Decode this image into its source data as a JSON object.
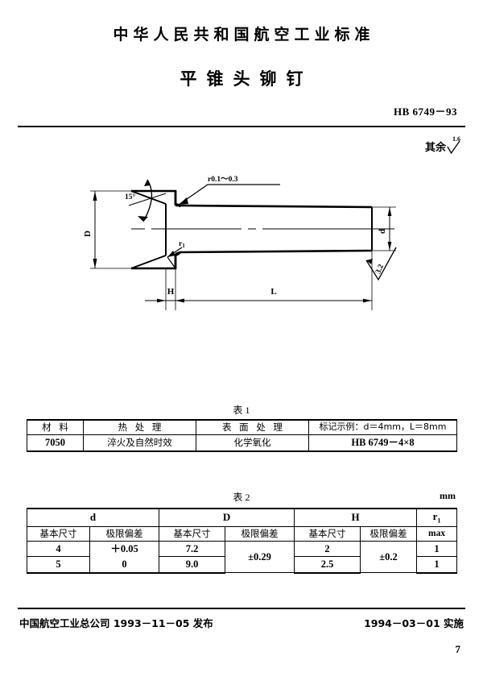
{
  "header": {
    "standard_title": "中华人民共和国航空工业标准",
    "part_title": "平锥头铆钉",
    "standard_number": "HB 6749－93",
    "surface_finish_note": "其余",
    "surface_finish_value": "1.6"
  },
  "drawing": {
    "labels": {
      "angle": "15°",
      "radius_note": "r0.1～0.3",
      "fillet": "r",
      "fillet_sub": "1",
      "head_diameter": "D",
      "shank_diameter": "d",
      "head_height": "H",
      "shank_length": "L",
      "roughness": "3.2"
    }
  },
  "table1": {
    "caption": "表 1",
    "headers": [
      "材 料",
      "热 处 理",
      "表 面 处 理",
      "标记示例：d＝4mm，L＝8mm"
    ],
    "rows": [
      [
        "7050",
        "淬火及自然时效",
        "化学氧化",
        "HB 6749－4×8"
      ]
    ]
  },
  "table2": {
    "caption": "表 2",
    "unit": "mm",
    "group_headers": [
      "d",
      "D",
      "H",
      "r"
    ],
    "group_header_sub": "1",
    "sub_headers": [
      "基本尺寸",
      "极限偏差",
      "基本尺寸",
      "极限偏差",
      "基本尺寸",
      "极限偏差",
      "max"
    ],
    "rows": [
      {
        "d_nominal": "4",
        "d_tol_upper": "＋0.05",
        "D_nominal": "7.2",
        "D_tol": "±0.29",
        "H_nominal": "2",
        "H_tol": "±0.2",
        "r1_max": "1"
      },
      {
        "d_nominal": "5",
        "d_tol_lower": "0",
        "D_nominal": "9.0",
        "H_nominal": "2.5",
        "r1_max": "1"
      }
    ]
  },
  "footer": {
    "issuer": "中国航空工业总公司 1993－11－05 发布",
    "effective": "1994－03－01 实施",
    "page_number": "7"
  }
}
